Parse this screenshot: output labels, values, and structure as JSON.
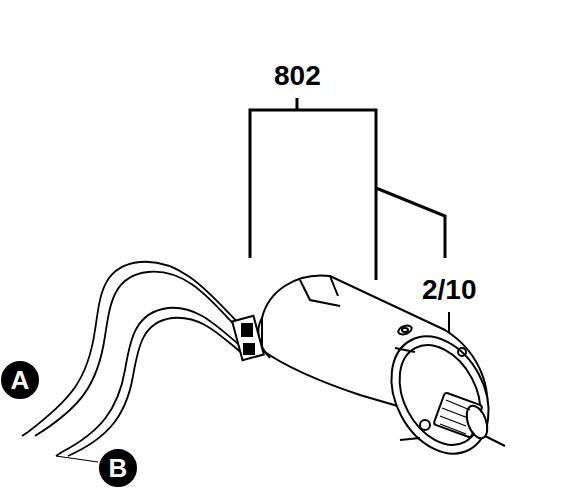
{
  "diagram": {
    "nodes": [
      {
        "text": [
          "A"
        ]
      },
      {
        "text": [
          "B"
        ]
      }
    ],
    "labels": [
      "802",
      "2/10"
    ]
  }
}
